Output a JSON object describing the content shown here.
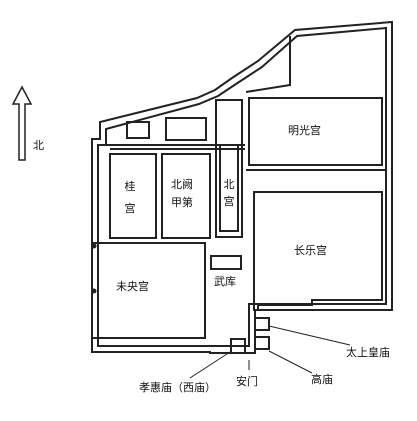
{
  "compass": {
    "label": "北"
  },
  "palaces": {
    "mingguang": "明光宫",
    "changle": "长乐宫",
    "weiyang": "未央宫",
    "beigong": "北宫",
    "beique": "北阙甲第",
    "guigong": "桂宫"
  },
  "labels": {
    "wuku": "武库",
    "taishanghuang_miao": "太上皇庙",
    "gaomiao": "高庙",
    "anmen": "安门",
    "xiaohui_miao": "孝惠庙（西庙）"
  },
  "colors": {
    "line": "#222222",
    "background": "#ffffff"
  }
}
